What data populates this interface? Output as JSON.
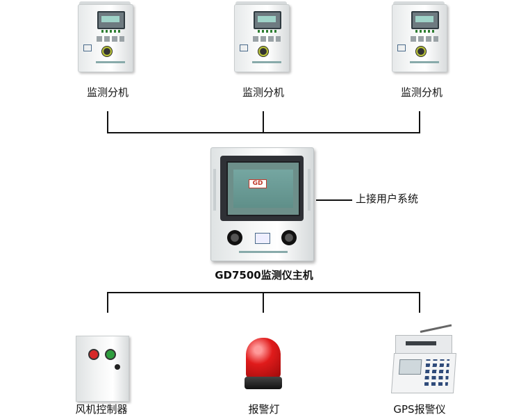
{
  "top_units": {
    "label_left": "监测分机",
    "label_center": "监测分机",
    "label_right": "监测分机"
  },
  "host": {
    "title": "GD7500监测仪主机",
    "screen_logo": "GD",
    "side_label": "上接用户系统"
  },
  "bottom_devices": {
    "fan_controller": "风机控制器",
    "alarm_light": "报警灯",
    "gps_alarm": "GPS报警仪"
  },
  "icons": [
    "detector-subunit-icon",
    "monitor-host-icon",
    "fan-controller-icon",
    "alarm-beacon-icon",
    "gps-alarm-icon"
  ],
  "colors": {
    "line": "#111111",
    "beacon": "#e01b1b",
    "stop_button": "#d62828",
    "start_button": "#2e9e3e"
  }
}
